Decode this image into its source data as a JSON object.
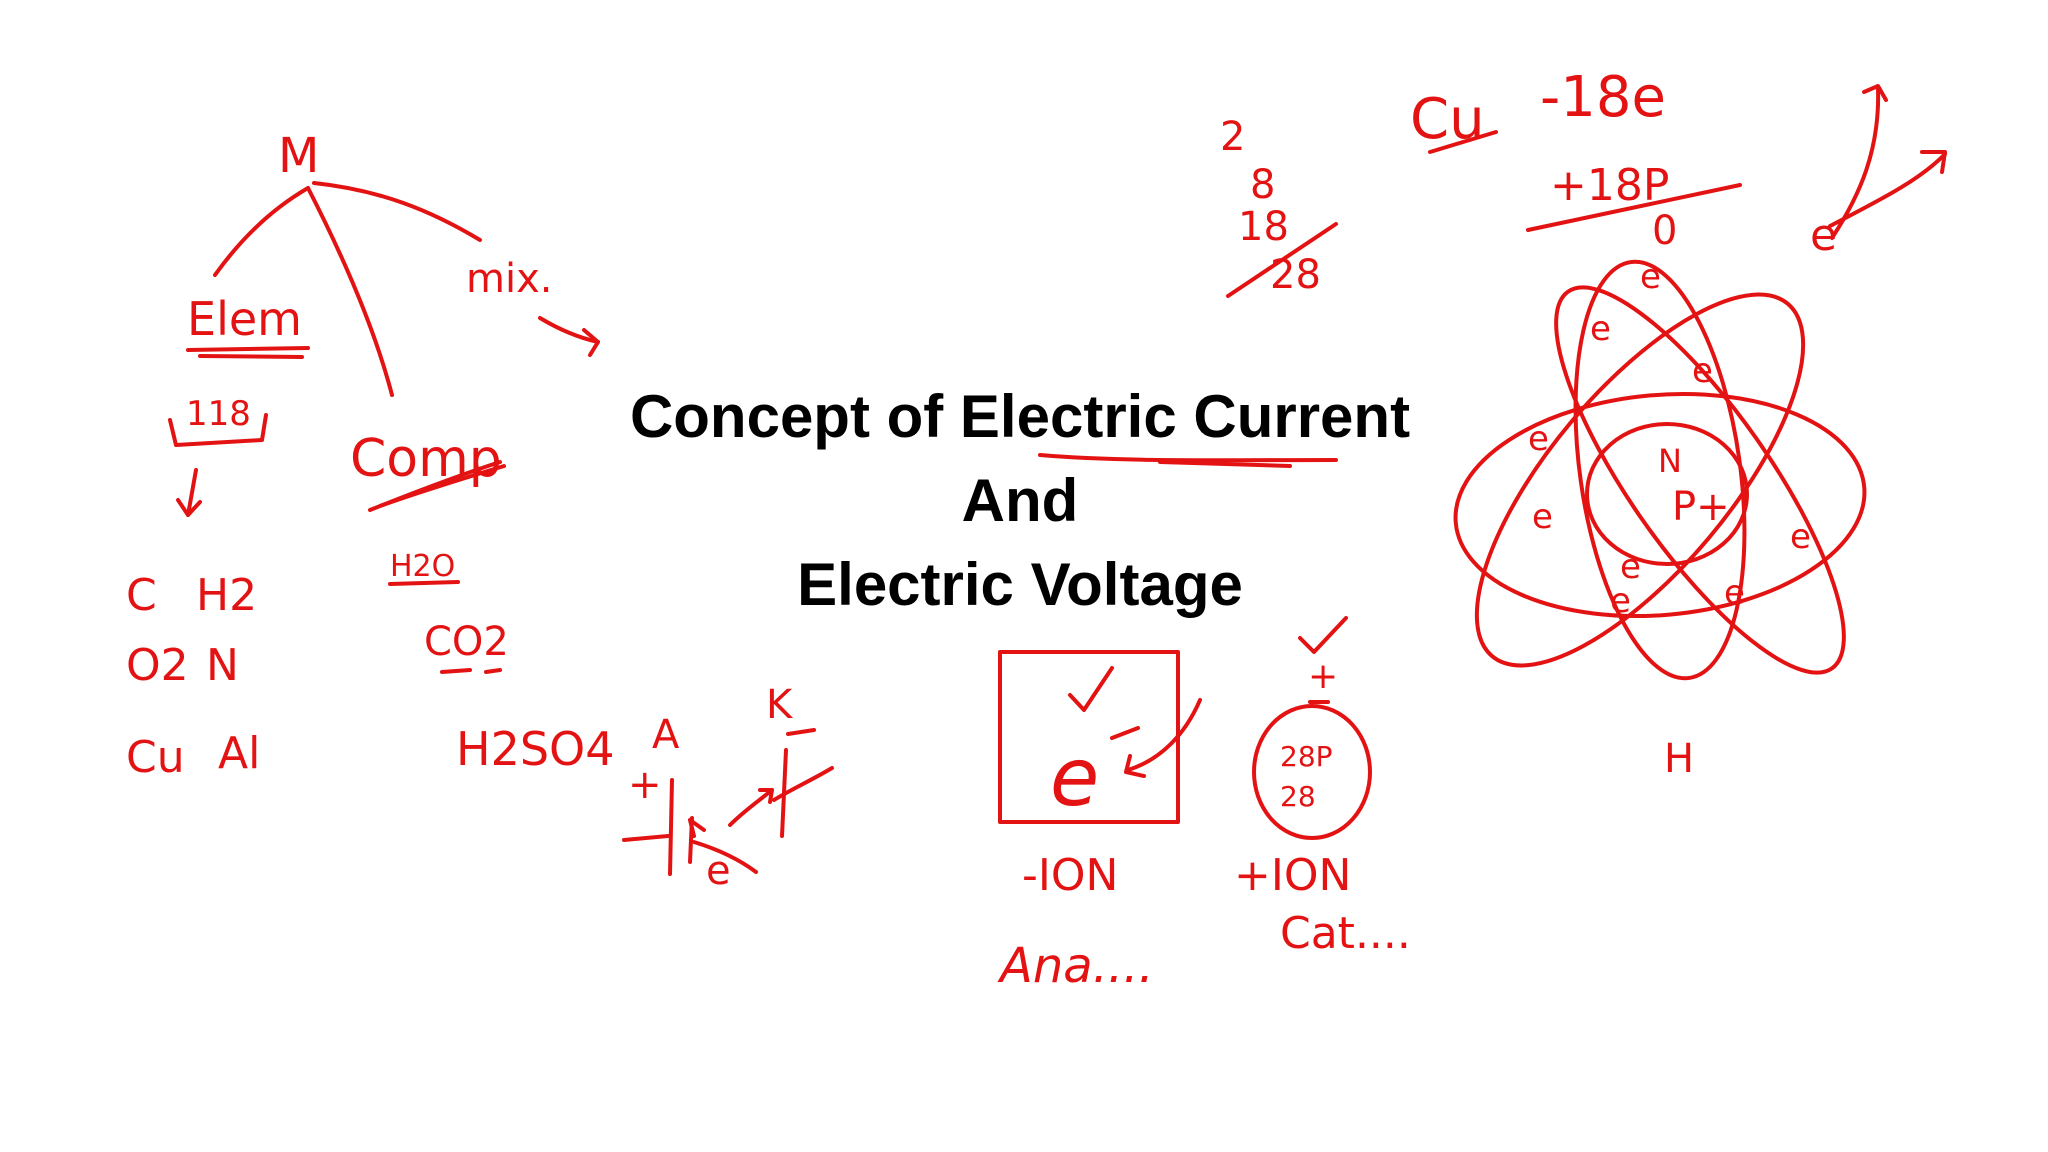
{
  "slide": {
    "title_line1": "Concept of Electric Current",
    "title_line2": "And",
    "title_line3": "Electric Voltage"
  },
  "annotations": {
    "ink_color": "#e41313",
    "matter_tree": {
      "root": "M",
      "element": "Elem",
      "compound": "Comp",
      "mixture": "mix.",
      "element_count": "118",
      "element_examples": [
        "C",
        "H2",
        "O2",
        "N",
        "Cu",
        "Al"
      ],
      "compound_examples": [
        "H2O",
        "CO2",
        "H2SO4"
      ]
    },
    "terminals": {
      "anode": "A",
      "cathode": "K",
      "plus": "+",
      "electron": "e"
    },
    "ions": {
      "electron_symbol": "e",
      "anion": "-ION",
      "anion_name": "Ana....",
      "cation": "+ION",
      "cation_name": "Cat....",
      "plus": "+",
      "nucleus_top": "28P",
      "nucleus_bottom": "28"
    },
    "shells": [
      "2",
      "8",
      "18",
      "28"
    ],
    "copper": {
      "symbol": "Cu",
      "electrons": "-18e",
      "protons": "+18P",
      "net": "0"
    },
    "atom": {
      "neutron": "N",
      "proton": "P+",
      "electron": "e",
      "hydrogen": "H"
    }
  }
}
